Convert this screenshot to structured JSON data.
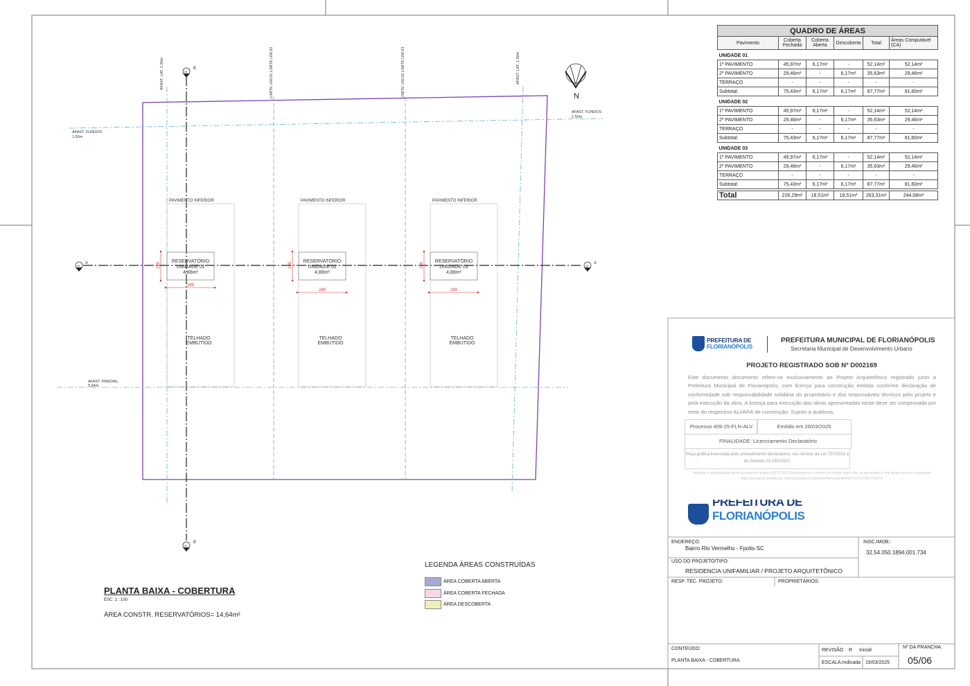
{
  "drawing": {
    "section_marks": {
      "a": "A",
      "b": "B",
      "code": "06"
    },
    "setbacks": {
      "lat_left": "AFAST. LAT. 1.50m",
      "lat_right": "AFAST. LAT. 1.50m",
      "fundos_left": "AFAST. FUNDOS",
      "fundos_left_val": "1.50m",
      "fundos_right": "AFAST. FUNDOS",
      "fundos_right_val": "1.50m",
      "predial": "AFAST. PREDIAL",
      "predial_val": "5,64m"
    },
    "limits": [
      "LIMITE UNI.01 LIMITE UNI.02",
      "LIMITE UNI.02 LIMITE UNI.03"
    ],
    "north": "N",
    "units": [
      {
        "pav": "PAVIMENTO INFERIOR",
        "res1": "RESERVATÓRIO",
        "res2": "UNIDADE 01",
        "area": "4,88m²",
        "w": "289",
        "h": "169",
        "roof1": "TELHADO",
        "roof2": "EMBUTIDO"
      },
      {
        "pav": "PAVIMENTO INFERIOR",
        "res1": "RESERVATÓRIO",
        "res2": "UNIDADE 02",
        "area": "4,88m²",
        "w": "289",
        "h": "169",
        "roof1": "TELHADO",
        "roof2": "EMBUTIDO"
      },
      {
        "pav": "PAVIMENTO INFERIOR",
        "res1": "RESERVATÓRIO",
        "res2": "UNIDADE 03",
        "area": "4,88m²",
        "w": "289",
        "h": "169",
        "roof1": "TELHADO",
        "roof2": "EMBUTIDO"
      }
    ],
    "title": "PLANTA BAIXA - COBERTURA",
    "scale": "ESC: 1 : 100",
    "area_note": "ÁREA CONSTR. RESERVATÓRIOS= 14,64m²"
  },
  "legend": {
    "title": "LEGENDA ÁREAS CONSTRUÍDAS",
    "items": [
      {
        "label": "ÁREA COBERTA ABERTA",
        "color": "#a9a9d4"
      },
      {
        "label": "ÁREA COBERTA FECHADA",
        "color": "#f7d9e6"
      },
      {
        "label": "ÁREA DESCOBERTA",
        "color": "#eef0b8"
      }
    ]
  },
  "quadro": {
    "title": "QUADRO DE ÁREAS",
    "headers": [
      "Pavimento",
      "Coberta Fechada",
      "Coberta Aberta",
      "Descoberta",
      "Total",
      "Áreas Computável (CA)"
    ],
    "groups": [
      {
        "name": "UNIDADE 01",
        "rows": [
          [
            "1º PAVIMENTO",
            "45,97m²",
            "6,17m²",
            "-",
            "52,14m²",
            "52,14m²"
          ],
          [
            "2º PAVIMENTO",
            "29,46m²",
            "-",
            "6,17m²",
            "35,63m²",
            "29,46m²"
          ],
          [
            "TERRAÇO",
            "-",
            "-",
            "-",
            "-",
            "-"
          ],
          [
            "Subtotal:",
            "75,43m²",
            "6,17m²",
            "6,17m²",
            "87,77m²",
            "81,60m²"
          ]
        ]
      },
      {
        "name": "UNIDADE 02",
        "rows": [
          [
            "1º PAVIMENTO",
            "45,97m²",
            "6,17m²",
            "-",
            "52,14m²",
            "52,14m²"
          ],
          [
            "2º PAVIMENTO",
            "29,46m²",
            "-",
            "6,17m²",
            "35,63m²",
            "29,46m²"
          ],
          [
            "TERRAÇO",
            "-",
            "-",
            "-",
            "-",
            "-"
          ],
          [
            "Subtotal:",
            "75,43m²",
            "6,17m²",
            "6,17m²",
            "87,77m²",
            "81,60m²"
          ]
        ]
      },
      {
        "name": "UNIDADE 03",
        "rows": [
          [
            "1º PAVIMENTO",
            "45,97m²",
            "6,17m²",
            "-",
            "52,14m²",
            "52,14m²"
          ],
          [
            "2º PAVIMENTO",
            "29,46m²",
            "-",
            "6,17m²",
            "35,63m²",
            "29,46m²"
          ],
          [
            "TERRAÇO",
            "-",
            "-",
            "-",
            "-",
            "-"
          ],
          [
            "Subtotal:",
            "75,43m²",
            "6,17m²",
            "6,17m²",
            "87,77m²",
            "81,60m²"
          ]
        ]
      }
    ],
    "total": [
      "Total",
      "226,29m²",
      "18,51m²",
      "18,51m²",
      "263,31m²",
      "244,08m²"
    ]
  },
  "stamp": {
    "logo_l1": "PREFEITURA DE",
    "logo_l2": "FLORIANÓPOLIS",
    "org": "PREFEITURA MUNICIPAL DE FLORIANÓPOLIS",
    "dept": "Secretaria Municipal de Desenvolvimento Urbano",
    "registered": "PROJETO REGISTRADO SOB Nº D002169",
    "text": "Este documento documento refere-se exclusivamente ao Projeto Arquitetônico registrado junto à Prefeitura Municipal de Florianópolis, com licença para construção emitida conforme declaração de conformidade sob responsabilidade solidária do proprietário e dos responsáveis técnicos pelo projeto e pela execução da obra. A licença para execução das obras apresentadas neste deve ser comprovada por meio do respectivo ALVARÁ de construção. Sujeito à auditoria.",
    "processo": "Processo 409-25-FLN-ALV",
    "emitido": "Emitido em 26/03/2025",
    "finalidade": "FINALIDADE: Licenciamento Declaratório",
    "peca": "Peça gráfica licenciada pelo procedimento declaratório, nos termos da Lei 707/2021 e do Decreto 23.240/2021.",
    "verify": "Verifique a autenticidade deste documento através QR CODE (Posicionando a câmera do celular sobre ele) ou acessando o link abaixo em seu navegador: https://producao.prefeituras.net/consulta/processo/view/florianopolis/409-25-FLN-ALV?id=Dn",
    "logo2_l1": "PREFEITURA DE",
    "logo2_l2": "FLORIANÓPOLIS"
  },
  "titleblock": {
    "endereco_label": "ENDEREÇO:",
    "endereco": "Bairro Rio Vermelho - Fpolis-SC",
    "insc_label": "INSC.IMOB.:",
    "insc": "32.54.050.1894.001.734",
    "uso_label": "USO DO PROJETO/TIPO:",
    "uso": "RESIDENCIA UNIFAMILIAR / PROJETO ARQUITETÔNICO",
    "resp_label": "RESP. TÉC. PROJETO:",
    "prop_label": "PROPRIETÁRIOS:",
    "conteudo_label": "CONTEÚDO:",
    "conteudo": "PLANTA BAIXA - COBERTURA",
    "revisao_label": "REVISÃO",
    "revisao": "R",
    "revisao_val": "Inicial",
    "escala_label": "ESCALA:Indicada",
    "data": "19/03/2025",
    "prancha_label": "Nº DA PRANCHA:",
    "prancha": "05",
    "prancha_total": "/06"
  }
}
